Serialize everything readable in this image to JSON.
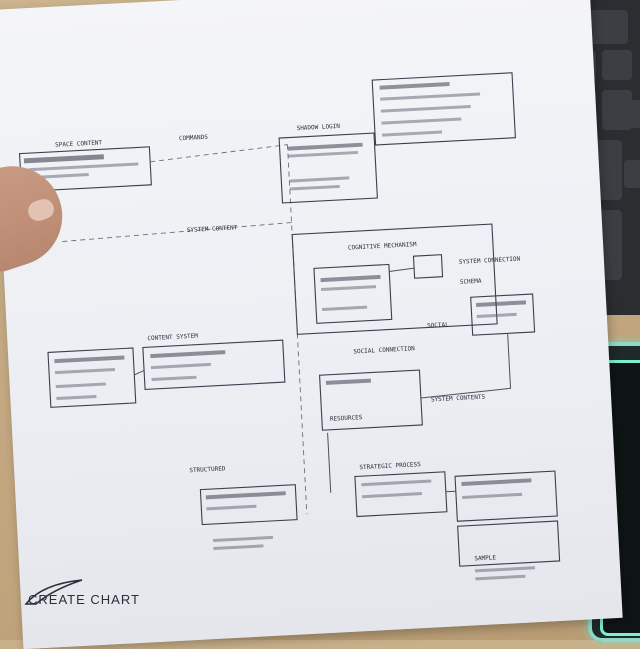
{
  "logo": {
    "text": "CREATE CHART",
    "icon": "ribbon-swoosh-icon"
  },
  "diagram_labels": [
    "SPACE CONTENT",
    "COMMANDS",
    "SHADOW LOGIN",
    "SYSTEM CONTENT",
    "COGNITIVE MECHANISM",
    "SYSTEM CONNECTION",
    "SCHEMA",
    "SOCIAL",
    "CONTENT SYSTEM",
    "SOCIAL CONNECTION",
    "RESOURCES",
    "SYSTEM CONTENTS",
    "STRUCTURED",
    "STRATEGIC PROCESS",
    "SAMPLE"
  ],
  "colors": {
    "paper": "#eef0f4",
    "ink": "#2a2e3a",
    "desk": "#c4a982",
    "laptop": "#2c2d31",
    "tablet_glow": "#7ff0cc"
  }
}
